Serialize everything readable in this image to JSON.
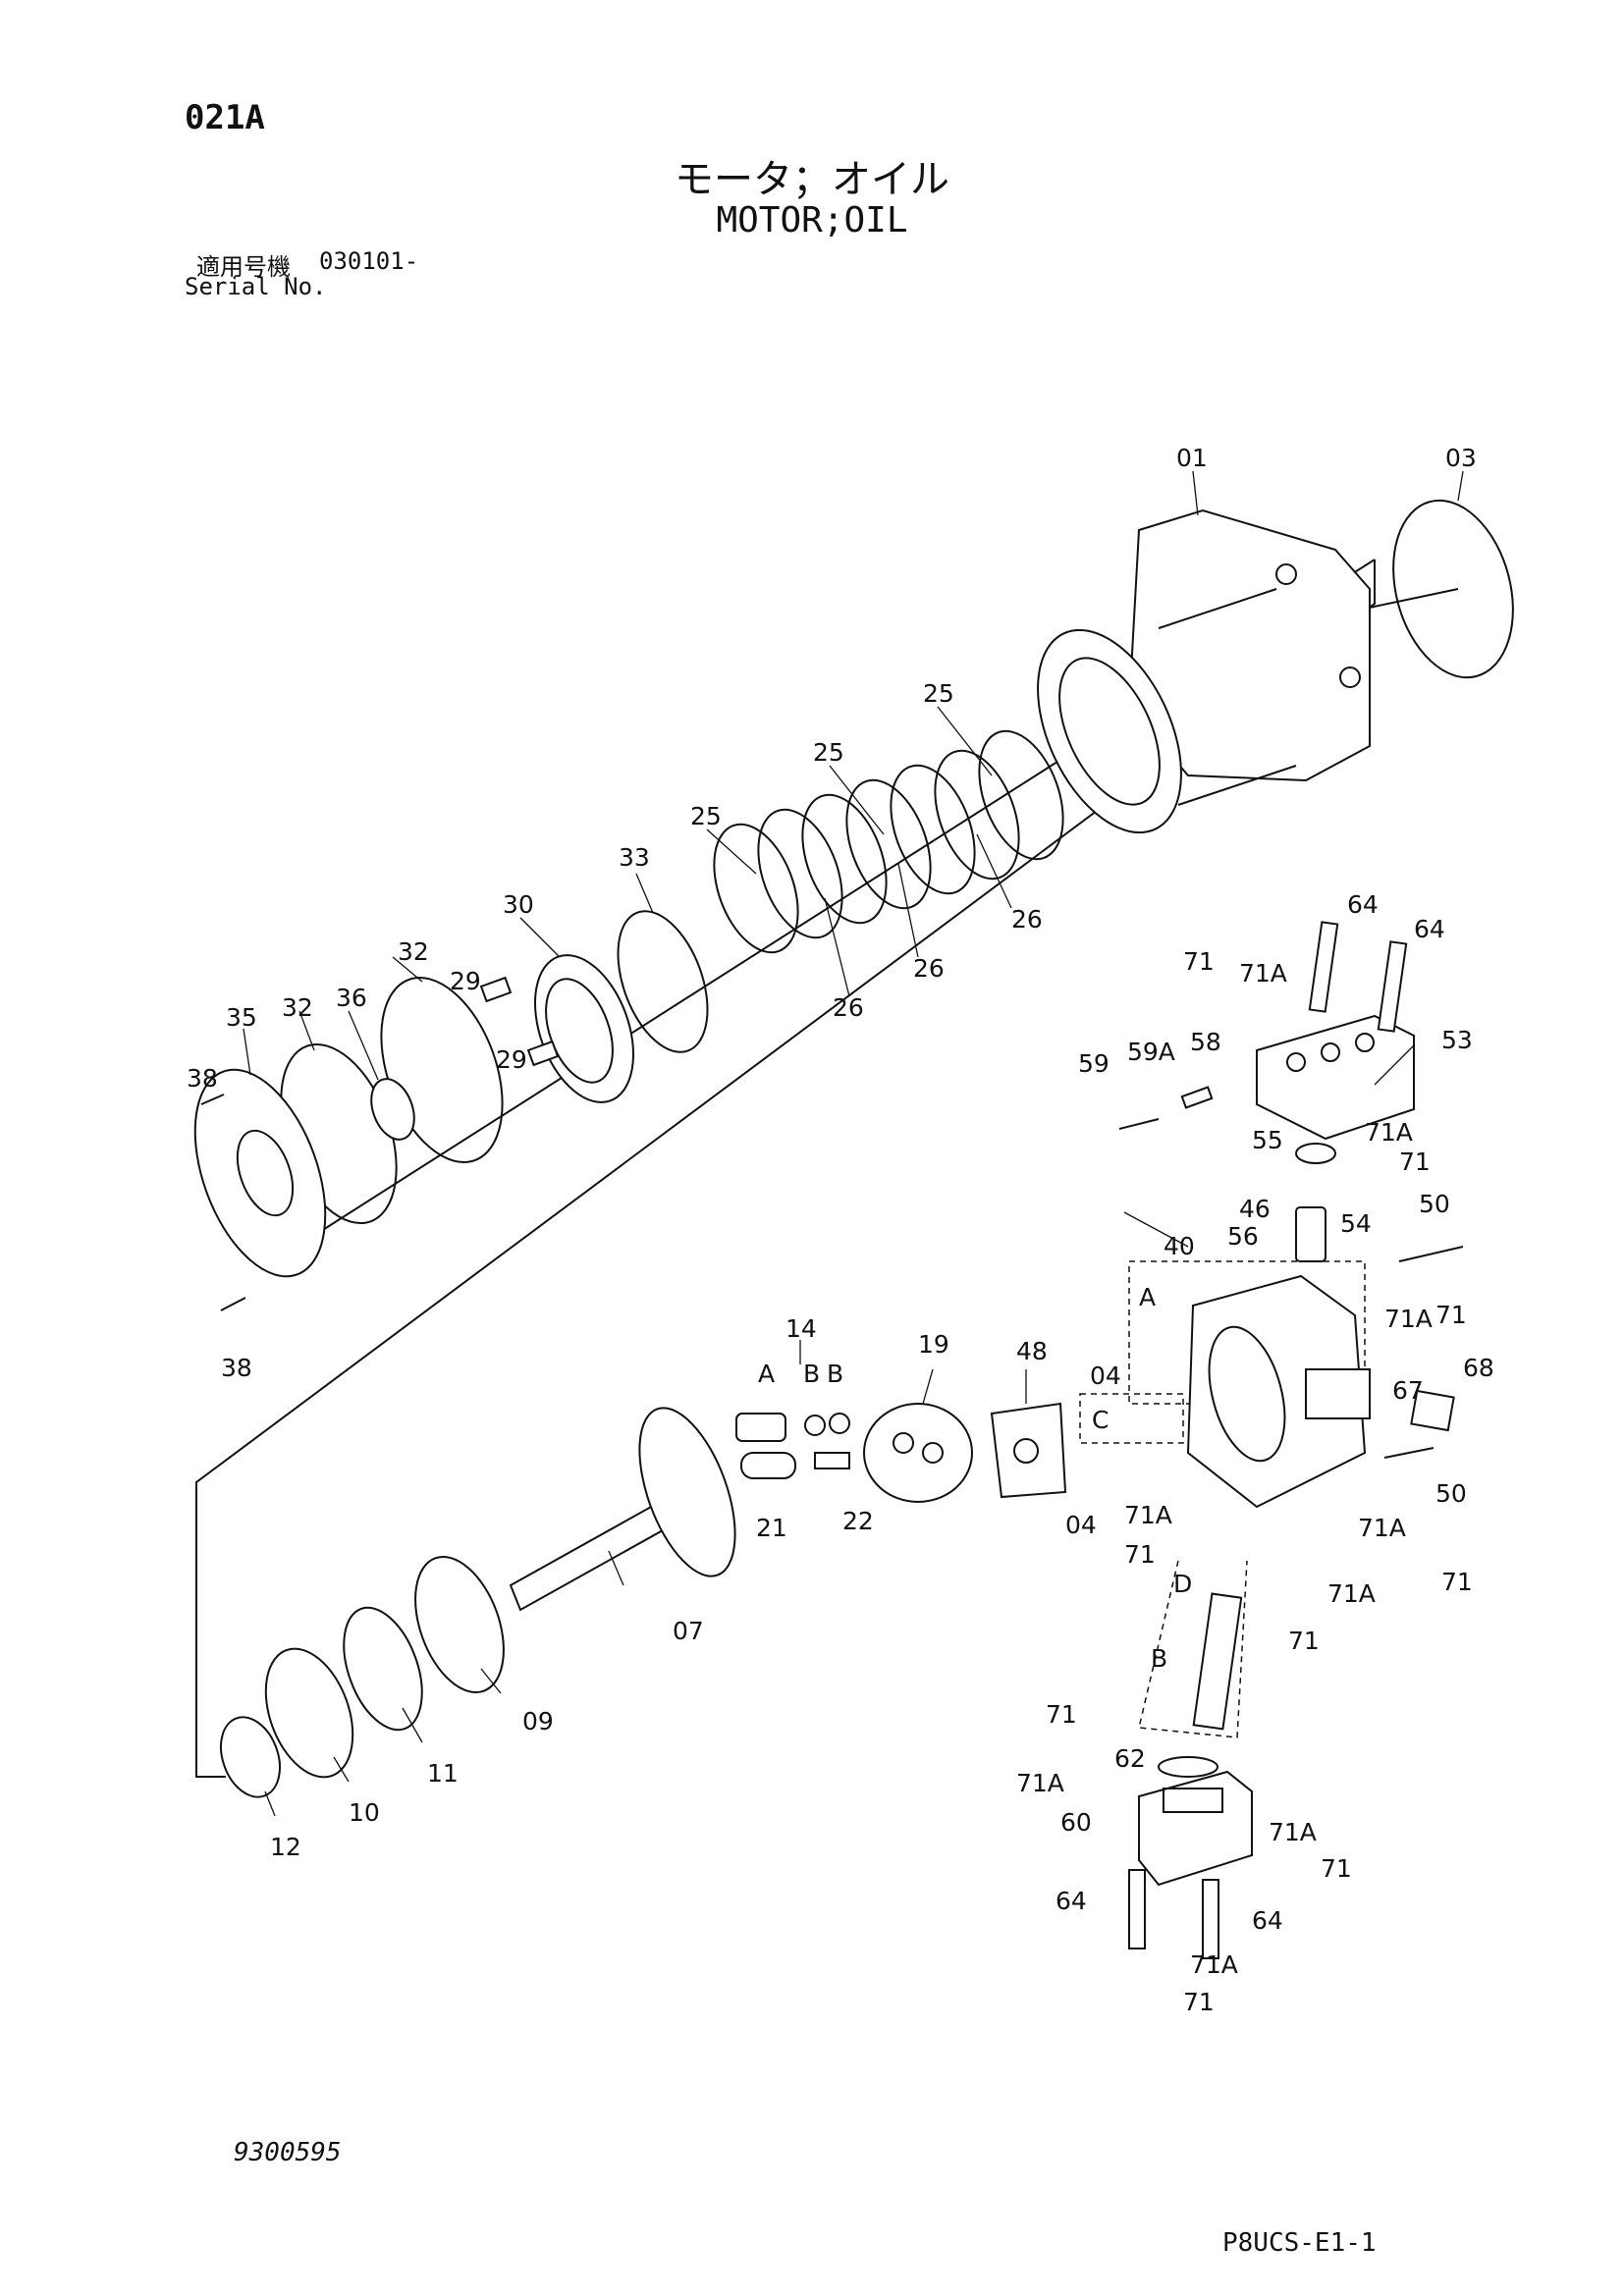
{
  "header": {
    "page_code": "021A",
    "title_jp": "モータ；オイル",
    "title_en": "MOTOR;OIL",
    "serial_label_jp": "適用号機",
    "serial_value": "030101-",
    "serial_label_en": "Serial No."
  },
  "footer": {
    "doc_number": "9300595",
    "sheet_code": "P8UCS-E1-1"
  },
  "callouts": {
    "c01": "01",
    "c03": "03",
    "c25a": "25",
    "c25b": "25",
    "c25c": "25",
    "c26a": "26",
    "c26b": "26",
    "c26c": "26",
    "c33": "33",
    "c30": "30",
    "c32a": "32",
    "c32b": "32",
    "c36": "36",
    "c35": "35",
    "c29a": "29",
    "c29b": "29",
    "c38a": "38",
    "c38b": "38",
    "c64a": "64",
    "c64b": "64",
    "c71a": "71",
    "c71Aa": "71A",
    "c53": "53",
    "c59": "59",
    "c59A": "59A",
    "c58": "58",
    "c55": "55",
    "c71Ab": "71A",
    "c71b": "71",
    "c46": "46",
    "c40": "40",
    "c56": "56",
    "c54": "54",
    "c50a": "50",
    "cA1": "A",
    "c71Ac": "71A",
    "c71c": "71",
    "c68": "68",
    "c67": "67",
    "c50b": "50",
    "c04a": "04",
    "cC": "C",
    "c04b": "04",
    "c71Ad": "71A",
    "c71d": "71",
    "c71Ae": "71A",
    "c71e": "71",
    "cD": "D",
    "c71Af": "71A",
    "c71f": "71",
    "cB": "B",
    "c14": "14",
    "cA2": "A",
    "cB2": "B",
    "cB3": "B",
    "c19": "19",
    "c48": "48",
    "c21": "21",
    "c22": "22",
    "c07": "07",
    "c09": "09",
    "c11": "11",
    "c10": "10",
    "c12": "12",
    "c71g": "71",
    "c62": "62",
    "c71Ag": "71A",
    "c60": "60",
    "c71Ah": "71A",
    "c71h": "71",
    "c64c": "64",
    "c64d": "64",
    "c71Ai": "71A",
    "c71i": "71"
  }
}
